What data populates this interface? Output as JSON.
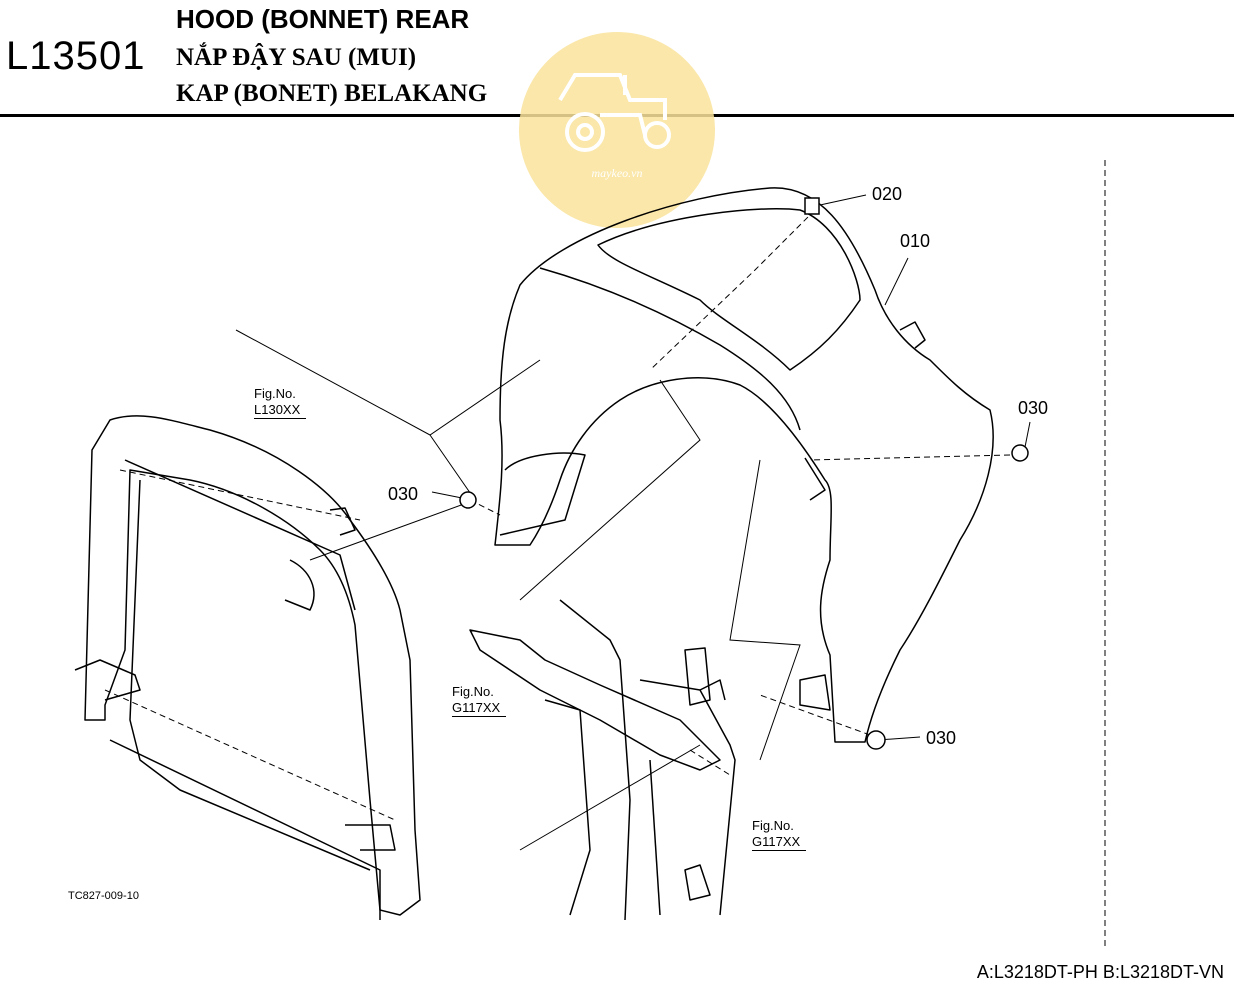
{
  "header": {
    "section_code": "L13501",
    "title_en": "HOOD (BONNET) REAR",
    "title_vn": "NẮP ĐẬY SAU (MUI)",
    "title_id": "KAP (BONET) BELAKANG"
  },
  "watermark": {
    "text": "maykeo.vn",
    "color": "#f7df8a"
  },
  "callouts": [
    "020",
    "010",
    "030",
    "030",
    "030"
  ],
  "figure_refs": [
    {
      "label": "Fig.No.",
      "ref": "L130XX"
    },
    {
      "label": "Fig.No.",
      "ref": "G117XX"
    },
    {
      "label": "Fig.No.",
      "ref": "G117XX"
    }
  ],
  "illustration_id": "TC827-009-10",
  "footer": {
    "models": "A:L3218DT-PH B:L3218DT-VN"
  }
}
